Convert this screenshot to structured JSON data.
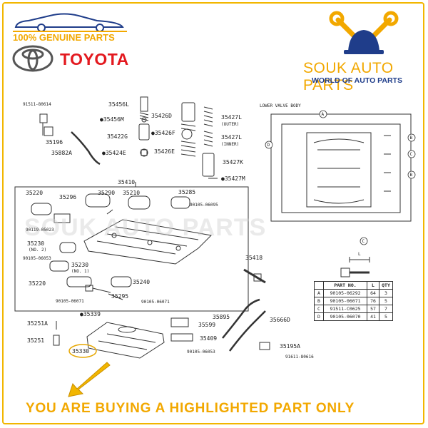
{
  "branding": {
    "genuine_text": "100% GENUINE PARTS",
    "toyota_word": "TOYOTA",
    "souk_name": "SOUK AUTO PARTS",
    "souk_tagline": "WORLD OF AUTO PARTS",
    "accent_color": "#f2a800",
    "toyota_red": "#e3191f",
    "souk_blue": "#1f3d8a"
  },
  "diagram": {
    "lower_valve_body_title": "LOWER VALVE BODY",
    "watermark": "SOUK AUTO PARTS",
    "labels": {
      "p91511_80614": "91511-80614",
      "p35196": "35196",
      "p35882A": "35882A",
      "p35456L": "35456L",
      "p35456M": "●35456M",
      "p35426D": "35426D",
      "p35427L_outer": "35427L",
      "outer": "(OUTER)",
      "p35422G": "35422G",
      "p35426F": "●35426F",
      "p35427L_inner": "35427L",
      "inner": "(INNER)",
      "p35424E": "●35424E",
      "p35426E": "35426E",
      "p35427K": "35427K",
      "p35427M": "●35427M",
      "p35410": "35410",
      "p35220_top": "35220",
      "p35296": "35296",
      "p35290": "35290",
      "p35210": "35210",
      "p35285": "35285",
      "p90105_06095": "90105-06095",
      "p90119_05023": "90119-05023",
      "p35230_no2": "35230",
      "no2": "(NO. 2)",
      "p90105_06053_a": "90105-06053",
      "p35230_no1": "35230",
      "no1": "(NO. 1)",
      "p35220_bottom": "35220",
      "p35240": "35240",
      "p90105_06071_a": "90105-06071",
      "p35295": "35295",
      "p90105_06071_b": "90105-06071",
      "p35418": "35418",
      "p35339": "●35339",
      "p35251A": "35251A",
      "p35251": "35251",
      "p35330": "35330",
      "p35599": "35599",
      "p35409": "35409",
      "p90105_06053_b": "90105-06053",
      "p35895": "35895",
      "p35666D": "35666D",
      "p35195A": "35195A",
      "p91611_80616": "91611-80616",
      "dim_L": "L"
    },
    "callout_letters": [
      "A",
      "B",
      "C",
      "D"
    ]
  },
  "parts_table": {
    "headers": [
      "",
      "PART NO.",
      "L",
      "QTY"
    ],
    "rows": [
      [
        "A",
        "90105-06292",
        "64",
        "3"
      ],
      [
        "B",
        "90105-06071",
        "76",
        "5"
      ],
      [
        "C",
        "91511-C0625",
        "57",
        "7"
      ],
      [
        "D",
        "90105-06070",
        "41",
        "5"
      ]
    ]
  },
  "bottom_banner": "YOU ARE BUYING A HIGHLIGHTED PART ONLY"
}
